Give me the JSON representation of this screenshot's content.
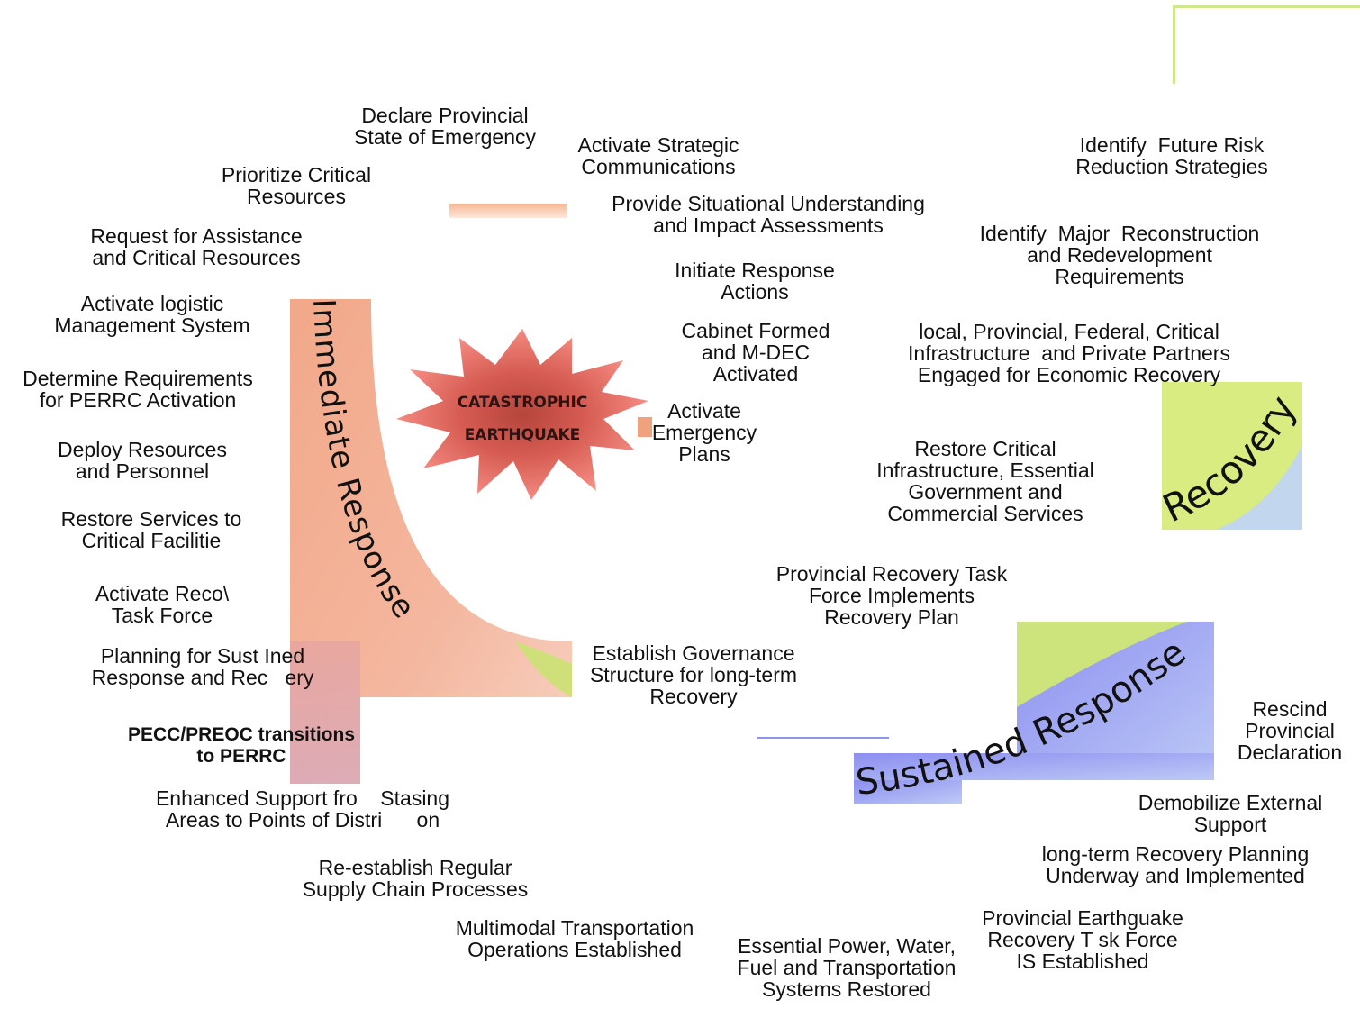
{
  "center": {
    "line1": "CATASTROPHIC",
    "line2": "EARTHQUAKE"
  },
  "phases": {
    "immediate": "Immediate Response",
    "sustained": "Sustained Response",
    "recovery": "Recovery"
  },
  "steps": [
    {
      "id": "declare-state",
      "text": "Declare Provincial\nState of Emergency"
    },
    {
      "id": "strategic-comms",
      "text": "Activate Strategic\nCommunications"
    },
    {
      "id": "prioritize",
      "text": "Prioritize Critical\nResources"
    },
    {
      "id": "situational",
      "text": "Provide Situational Understanding\nand Impact Assessments"
    },
    {
      "id": "request-assist",
      "text": "Request for Assistance\nand Critical Resources"
    },
    {
      "id": "initiate-response",
      "text": "Initiate Response\nActions"
    },
    {
      "id": "logistic",
      "text": "Activate logistic\nManagement System"
    },
    {
      "id": "cabinet",
      "text": "Cabinet Formed\nand M-DEC\nActivated"
    },
    {
      "id": "perrc-req",
      "text": "Determine Requirements\nfor PERRC Activation"
    },
    {
      "id": "emergency-plans",
      "text": "Activate\nEmergency\nPlans"
    },
    {
      "id": "deploy",
      "text": "Deploy Resources\nand Personnel"
    },
    {
      "id": "restore-services",
      "text": "Restore Services to\nCritical Facilitie"
    },
    {
      "id": "recovery-tf",
      "text": "Activate Reco\\\nTask Force"
    },
    {
      "id": "planning-sustained",
      "text": "Planning for Sust Ined\nResponse and Rec   ery"
    },
    {
      "id": "pecc-transition",
      "text": "PECC/PREOC transitions\nto PERRC"
    },
    {
      "id": "enhanced-support",
      "text": "Enhanced Support fro    Stasing\nAreas to Points of Distri      on"
    },
    {
      "id": "supply-chain",
      "text": "Re-establish Regular\nSupply Chain Processes"
    },
    {
      "id": "multimodal",
      "text": "Multimodal Transportation\nOperations Established"
    },
    {
      "id": "governance",
      "text": "Establish Governance\nStructure for long-term\nRecovery"
    },
    {
      "id": "essential-power",
      "text": "Essential Power, Water,\nFuel and Transportation\nSystems Restored"
    },
    {
      "id": "eq-task-force",
      "text": "Provincial Earthguake\nRecovery T sk Force\nIS Established"
    },
    {
      "id": "long-term-planning",
      "text": "long-term Recovery Planning\nUnderway and Implemented"
    },
    {
      "id": "demobilize",
      "text": "Demobilize External\nSupport"
    },
    {
      "id": "rescind",
      "text": "Rescind\nProvincial\nDeclaration"
    },
    {
      "id": "prtf-implements",
      "text": "Provincial Recovery Task\nForce Implements\nRecovery Plan"
    },
    {
      "id": "restore-infra",
      "text": "Restore Critical\nInfrastructure, Essential\nGovernment and\nCommercial Services"
    },
    {
      "id": "partners",
      "text": "local, Provincial, Federal, Critical\nInfrastructure  and Private Partners\nEngaged for Economic Recovery"
    },
    {
      "id": "reconstruction",
      "text": "Identify  Major  Reconstruction\nand Redevelopment\nRequirements"
    },
    {
      "id": "risk-reduction",
      "text": "Identify  Future Risk\nReduction Strategies"
    }
  ],
  "colors": {
    "immediate_band": "#f0a27e",
    "immediate_band_light": "#f8d4c2",
    "sustained_band": "#8f95f0",
    "recovery_band": "#d9ee7a",
    "starburst": "#e86a5e",
    "starburst_dark": "#a4413a",
    "accent_green": "#cfe88c"
  }
}
